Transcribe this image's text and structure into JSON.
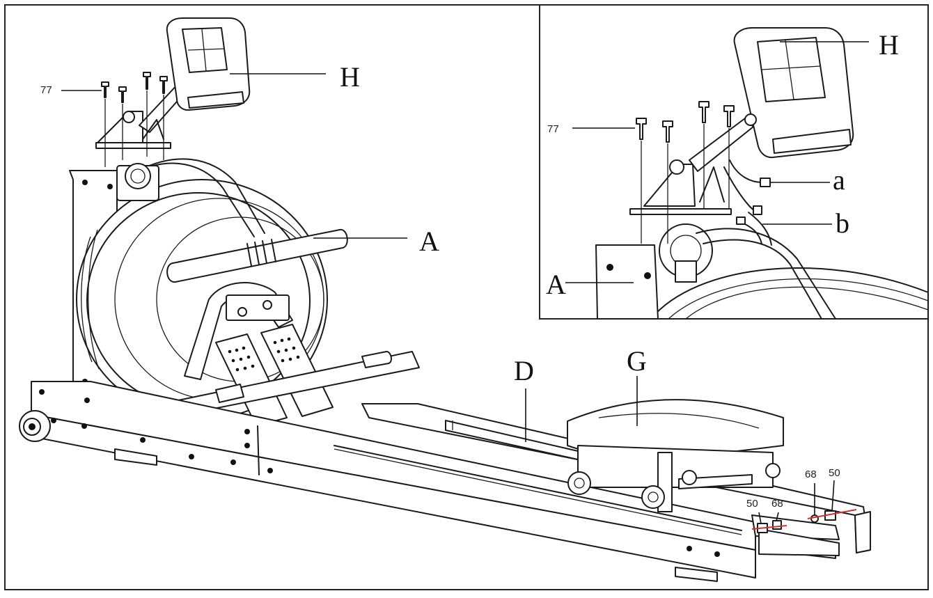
{
  "labels": {
    "main": {
      "H": "H",
      "A": "A",
      "D": "D",
      "G": "G",
      "screw_77": "77",
      "part_50_left": "50",
      "part_68_left": "68",
      "part_68_right": "68",
      "part_50_right": "50"
    },
    "inset": {
      "H": "H",
      "A": "A",
      "a": "a",
      "b": "b",
      "screw_77": "77"
    }
  },
  "colors": {
    "line": "#1a1a1a",
    "highlight": "#d23030",
    "background": "#ffffff"
  }
}
